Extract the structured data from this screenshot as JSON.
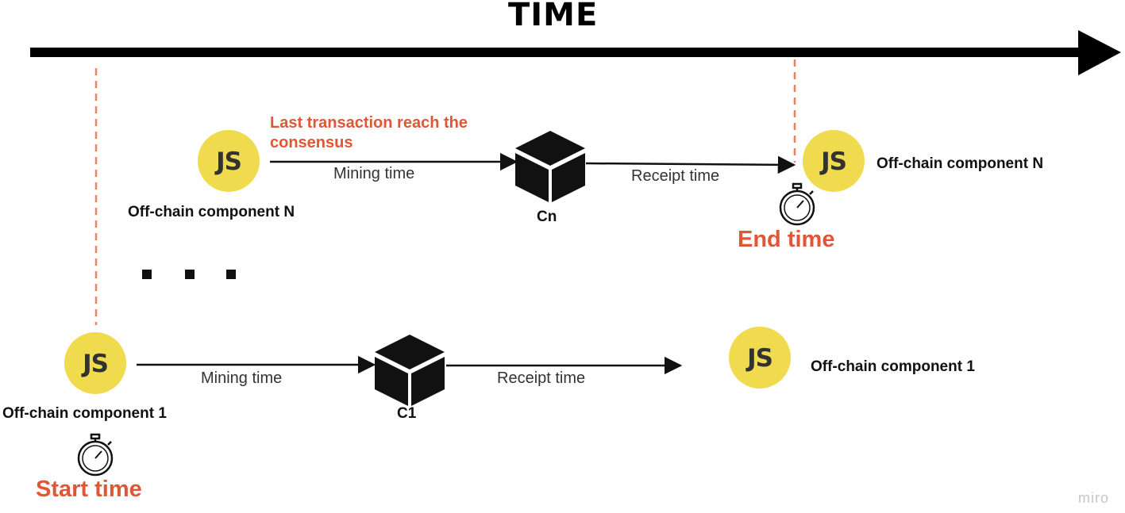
{
  "diagram": {
    "title": "TIME",
    "row_n": {
      "source_label": "Off-chain component N",
      "annotation": "Last transaction reach the consensus",
      "mining_label": "Mining time",
      "block_label": "Cn",
      "receipt_label": "Receipt time",
      "target_label": "Off-chain component N",
      "marker_label": "End time"
    },
    "row_1": {
      "source_label": "Off-chain component 1",
      "mining_label": "Mining time",
      "block_label": "C1",
      "receipt_label": "Receipt time",
      "target_label": "Off-chain component 1",
      "marker_label": "Start time"
    },
    "logo_text": "JS",
    "watermark": "miro",
    "colors": {
      "accent_red": "#e05636",
      "js_yellow": "#f0db4f",
      "dashed_line": "#e8806a"
    },
    "icons": [
      "javascript-logo",
      "block-cube-icon",
      "stopwatch-icon"
    ]
  }
}
